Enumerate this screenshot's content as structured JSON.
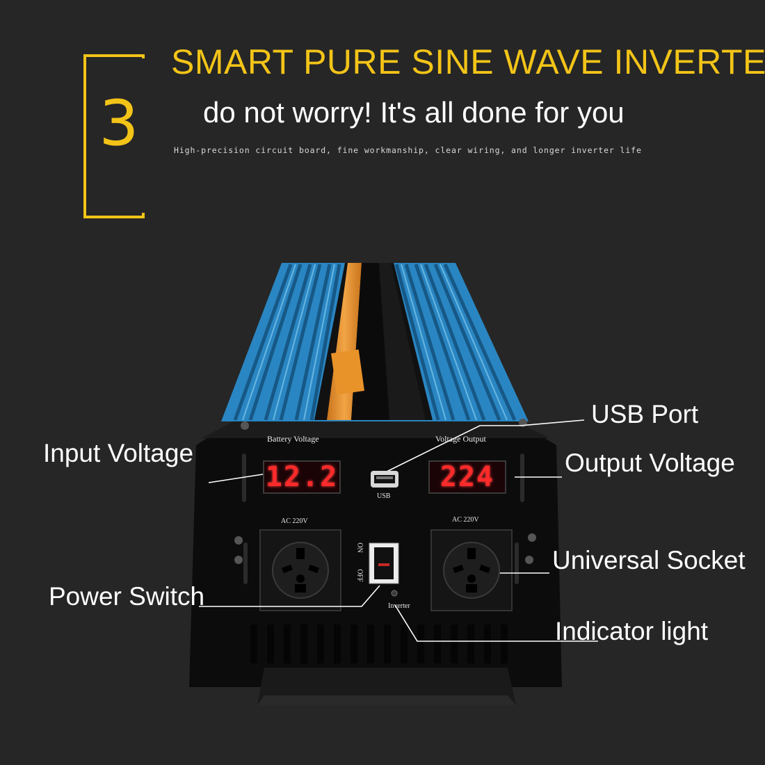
{
  "header": {
    "step_number": "3",
    "headline": "SMART PURE SINE WAVE INVERTER",
    "tagline": "do not worry! It's all done for you",
    "fineprint": "High-precision circuit board, fine workmanship, clear wiring, and longer inverter life"
  },
  "colors": {
    "accent": "#f3c418",
    "background": "#262626",
    "casing_blue": "#3a9fd6",
    "label_orange": "#e8922a",
    "display_red": "#ff2a2a"
  },
  "panel": {
    "battery_voltage_label": "Battery Voltage",
    "voltage_output_label": "Voltage Output",
    "battery_reading": "12.2",
    "output_reading": "224",
    "usb_label": "USB",
    "left_socket_rating": "AC 220V",
    "right_socket_rating": "AC 220V",
    "switch_on": "ON",
    "switch_off": "OFF",
    "inverter_label": "Inverter"
  },
  "callouts": {
    "input_voltage": "Input Voltage",
    "usb_port": "USB Port",
    "output_voltage": "Output Voltage",
    "universal_socket": "Universal Socket",
    "power_switch": "Power Switch",
    "indicator_light": "Indicator light"
  },
  "icons": [
    "bracket-frame-icon",
    "usb-port-icon",
    "universal-socket-icon",
    "rocker-switch-icon",
    "indicator-led-icon"
  ]
}
